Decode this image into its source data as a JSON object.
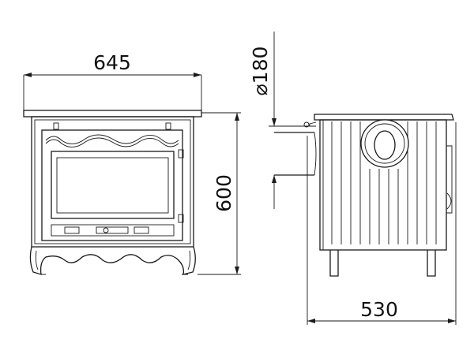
{
  "dimensions": {
    "width": "645",
    "height": "600",
    "flue_diameter": "⌀180",
    "depth": "530"
  }
}
